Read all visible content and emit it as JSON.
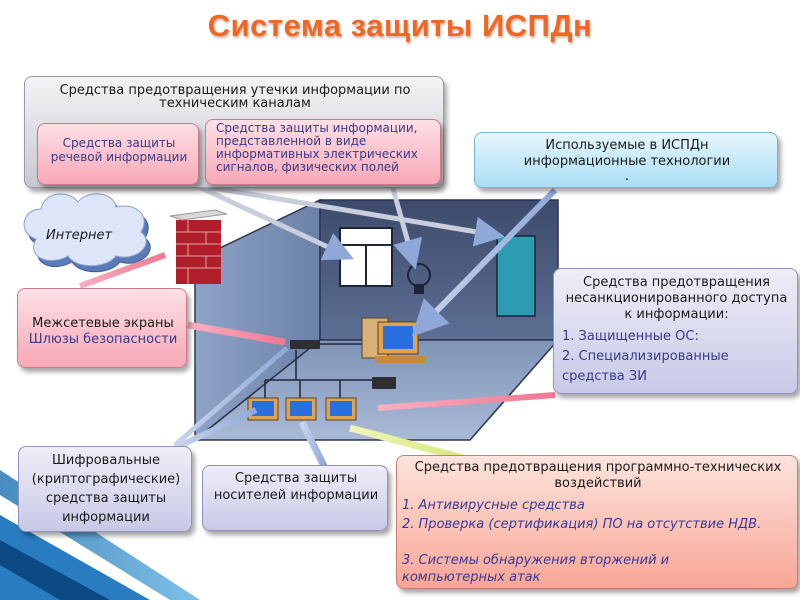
{
  "title": "Система защиты ИСПДн",
  "cloud_label": "Интернет",
  "leak_box": {
    "title": "Средства предотвращения утечки информации по техническим каналам",
    "speech": "Средства защиты речевой информации",
    "signals": "Средства защиты информации, представленной в виде информативных электрических сигналов, физических полей"
  },
  "it_box": {
    "text": "Используемые в ИСПДн информационные технологии",
    "dot": "."
  },
  "firewall_box": {
    "line1": "Межсетевые экраны",
    "line2": "Шлюзы безопасности"
  },
  "nsd_box": {
    "title": "Средства предотвращения несанкционированного доступа к информации:",
    "items": [
      "1. Защищенные ОС:",
      "2. Специализированные средства ЗИ"
    ]
  },
  "crypto_box": {
    "text": "Шифровальные (криптографические) средства защиты информации"
  },
  "media_box": {
    "text": "Средства защиты носителей информации"
  },
  "software_box": {
    "title": "Средства предотвращения программно-технических воздействий",
    "items": [
      "1. Антивирусные средства",
      "2. Проверка (сертификация) ПО на отсутствие НДВ.",
      "3. Системы обнаружения вторжений и компьютерных атак"
    ]
  }
}
